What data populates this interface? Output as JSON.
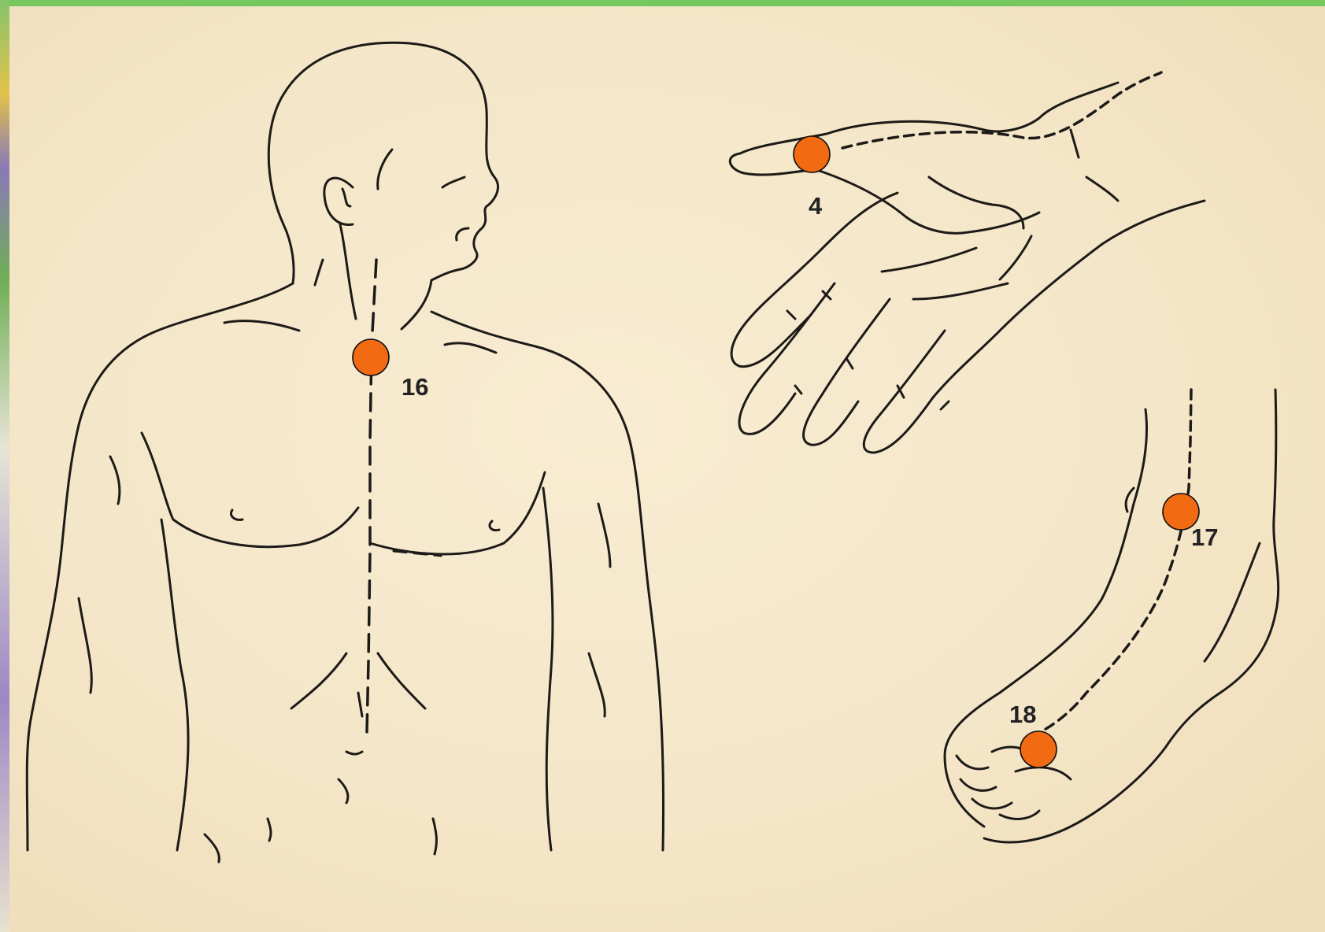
{
  "points": [
    {
      "number": "16",
      "location": "neck"
    },
    {
      "number": "4",
      "location": "thumb"
    },
    {
      "number": "17",
      "location": "ankle"
    },
    {
      "number": "18",
      "location": "big toe"
    }
  ],
  "colors": {
    "marker": "#f26a12",
    "paper": "#f4e6c8",
    "ink": "#1d1b18"
  }
}
